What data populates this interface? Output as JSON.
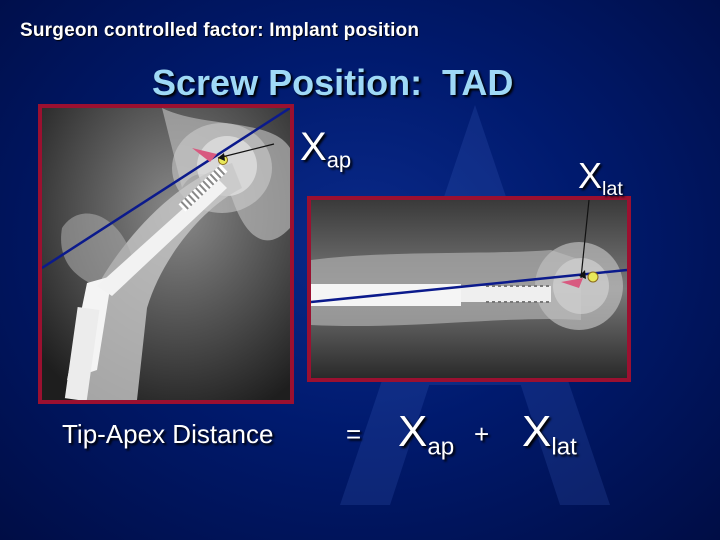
{
  "header": {
    "text": "Surgeon controlled factor: Implant position"
  },
  "title": "Screw Position:  TAD",
  "labels": {
    "x_ap_main": "X",
    "x_ap_sub": "ap",
    "x_lat_main": "X",
    "x_lat_sub": "lat"
  },
  "equation": {
    "label": "Tip-Apex Distance",
    "equals": "=",
    "term1_main": "X",
    "term1_sub": "ap",
    "plus": "+",
    "term2_main": "X",
    "term2_sub": "lat"
  },
  "colors": {
    "background": "#001a6e",
    "title": "#9fd9f6",
    "frame": "#9b1030",
    "axis_line": "#0b1a8c",
    "tip_marker": "#e8e85a",
    "apex_marker": "#d85a80"
  },
  "icons": {
    "watermark": "institution-logo-watermark"
  }
}
